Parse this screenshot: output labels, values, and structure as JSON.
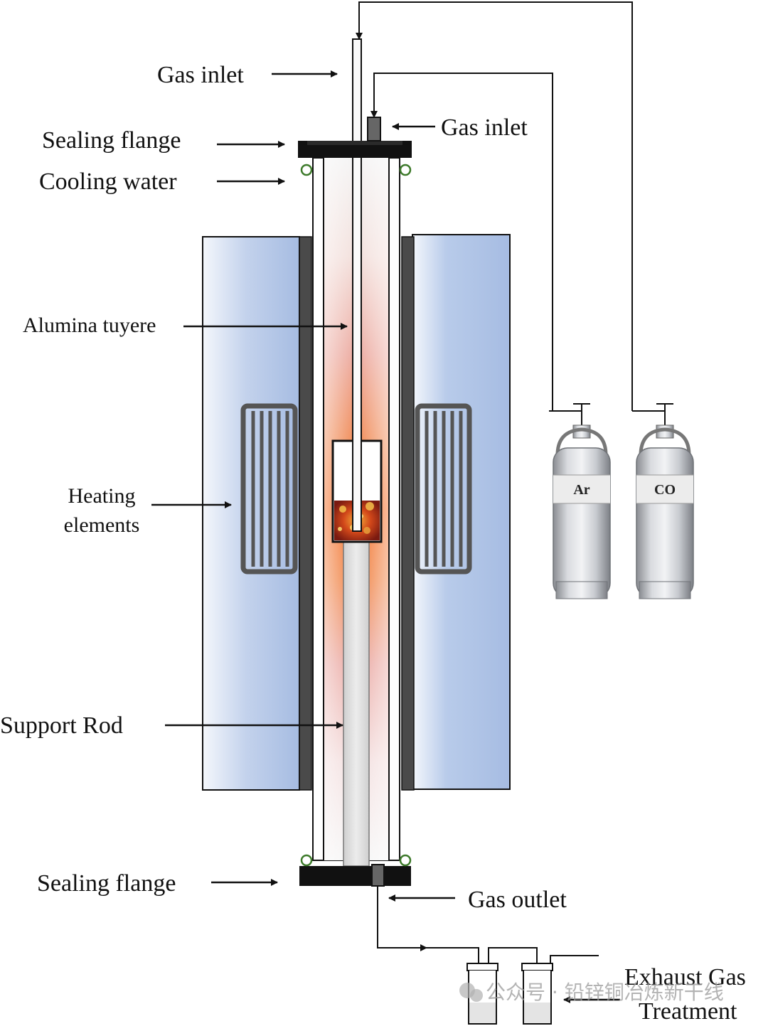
{
  "labels": {
    "gas_inlet_top": "Gas inlet",
    "gas_inlet_side": "Gas inlet",
    "sealing_flange_top": "Sealing flange",
    "cooling_water": "Cooling water",
    "alumina_tuyere": "Alumina tuyere",
    "heating_elements_line1": "Heating",
    "heating_elements_line2": "elements",
    "support_rod": "Support Rod",
    "sealing_flange_bottom": "Sealing flange",
    "gas_outlet": "Gas outlet",
    "exhaust_line1": "Exhaust Gas",
    "exhaust_line2": "Treatment"
  },
  "cylinders": {
    "argon": "Ar",
    "carbon_monoxide": "CO"
  },
  "watermark": "公众号 · 铅锌铜冶炼新干线",
  "colors": {
    "insulation_blue": "#a9bfe3",
    "heat_orange": "#f26a1b",
    "frame_black": "#111111",
    "coil_gray": "#555555"
  }
}
